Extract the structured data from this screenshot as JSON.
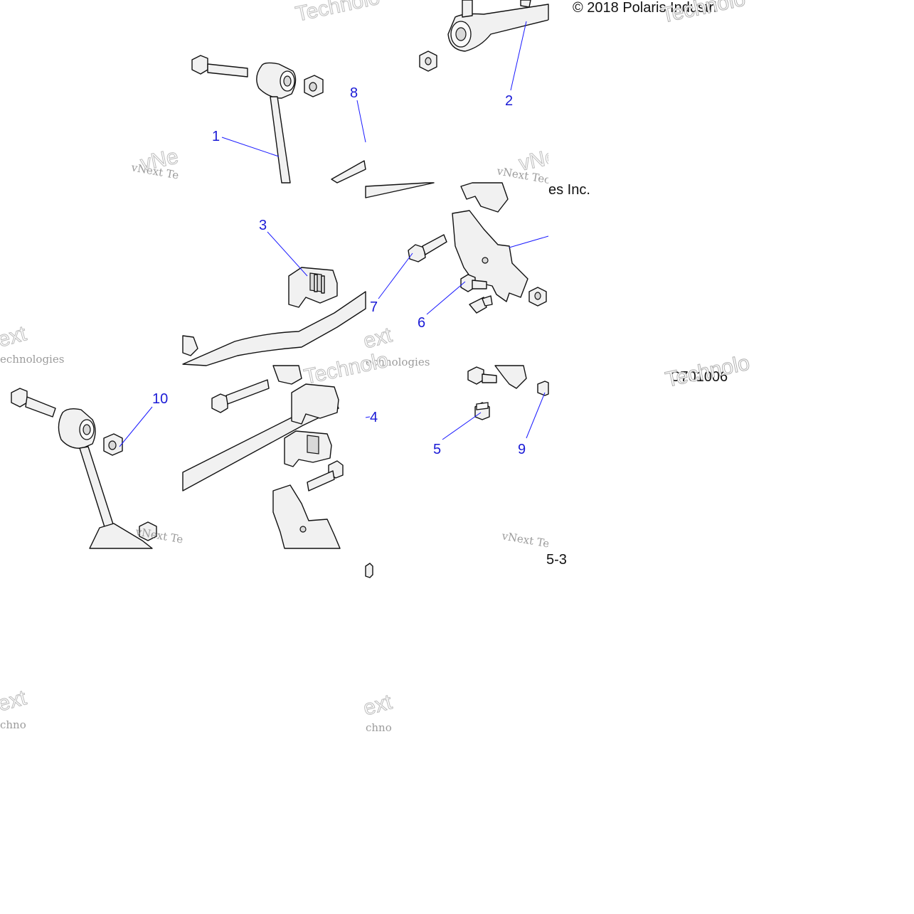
{
  "copyright": "© 2018 Polaris Industri",
  "copyright_tail": "es Inc.",
  "drawing_number": "C701006",
  "page_ref": "5-3",
  "watermark": {
    "brand": "vNext Te",
    "brand_alt": "vNext Tec",
    "line2": "Technologies",
    "short": "Technolo",
    "frag_ext": "ext",
    "frag_chno": "chno",
    "frag_vne": "vNe",
    "frag_echnologies": "echnologies"
  },
  "callouts": [
    {
      "id": "1",
      "label": "1"
    },
    {
      "id": "2",
      "label": "2"
    },
    {
      "id": "3",
      "label": "3"
    },
    {
      "id": "4",
      "label": "4"
    },
    {
      "id": "5",
      "label": "5"
    },
    {
      "id": "6",
      "label": "6"
    },
    {
      "id": "7",
      "label": "7"
    },
    {
      "id": "8",
      "label": "8"
    },
    {
      "id": "9",
      "label": "9"
    },
    {
      "id": "10",
      "label": "10"
    }
  ]
}
